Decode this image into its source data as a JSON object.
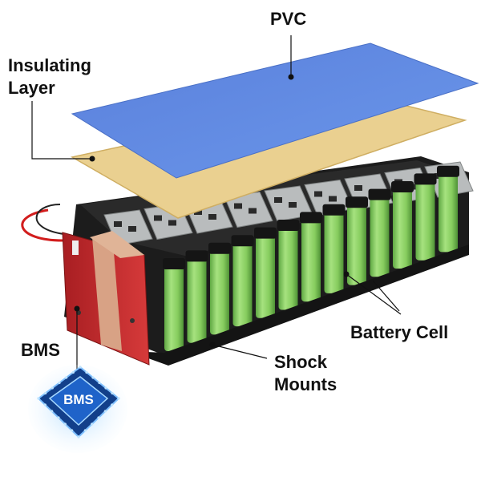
{
  "labels": {
    "pvc": "PVC",
    "insulating_line1": "Insulating",
    "insulating_line2": "Layer",
    "bms": "BMS",
    "battery_cell": "Battery Cell",
    "shock_line1": "Shock",
    "shock_line2": "Mounts",
    "bms_chip": "BMS"
  },
  "colors": {
    "pvc_sheet": "#5b86e0",
    "insulating_sheet": "#e9cf8f",
    "cell_green": "#8fd46a",
    "holder_black": "#1c1c1c",
    "nickel_strip": "#b9bcbd",
    "bms_board": "#c8282c",
    "tape": "#d9a98a",
    "chip_blue": "#1f63c9"
  }
}
